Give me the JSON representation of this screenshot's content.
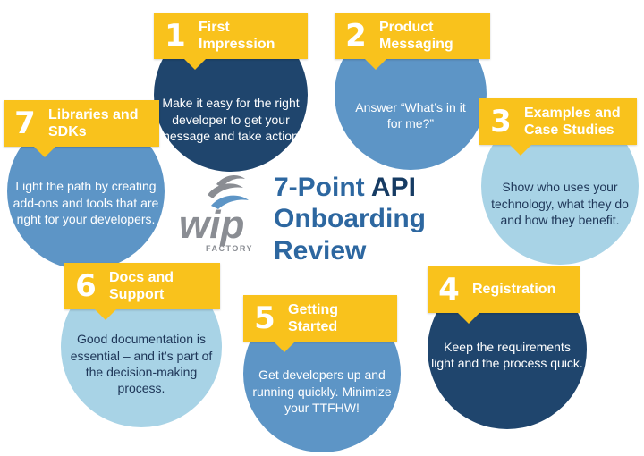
{
  "title": {
    "line1_a": "7-Point",
    "line1_b": "API",
    "line2": "Onboarding",
    "line3": "Review"
  },
  "logo": {
    "wordmark": "wip",
    "subtext": "FACTORY",
    "icon": "flame-swoosh-icon"
  },
  "colors": {
    "banner": "#f9c21c",
    "dark_blue": "#1f456d",
    "mid_blue": "#5d95c6",
    "light_blue": "#a8d3e6",
    "title_blue": "#2d67a0",
    "logo_gray": "#8a8d93"
  },
  "points": [
    {
      "num": "1",
      "title_l1": "First",
      "title_l2": "Impression",
      "desc_l1": "Make it easy for the right",
      "desc_l2": "developer to get your",
      "desc_l3": "message and take action."
    },
    {
      "num": "2",
      "title_l1": "Product",
      "title_l2": "Messaging",
      "desc_l1": "Answer “What’s in it",
      "desc_l2": "for me?”",
      "desc_l3": ""
    },
    {
      "num": "3",
      "title_l1": "Examples and",
      "title_l2": "Case Studies",
      "desc_l1": "Show who uses your",
      "desc_l2": "technology, what they do",
      "desc_l3": "and how they benefit."
    },
    {
      "num": "4",
      "title_l1": "Registration",
      "title_l2": "",
      "desc_l1": "Keep the requirements",
      "desc_l2": "light and the process quick.",
      "desc_l3": ""
    },
    {
      "num": "5",
      "title_l1": "Getting",
      "title_l2": "Started",
      "desc_l1": "Get developers up and",
      "desc_l2": "running quickly. Minimize",
      "desc_l3": "your TTFHW!"
    },
    {
      "num": "6",
      "title_l1": "Docs and",
      "title_l2": "Support",
      "desc_l1": "Good documentation is",
      "desc_l2": "essential – and it’s part of",
      "desc_l3": "the decision-making",
      "desc_l4": "process."
    },
    {
      "num": "7",
      "title_l1": "Libraries and",
      "title_l2": "SDKs",
      "desc_l1": "Light the path by creating",
      "desc_l2": "add-ons and tools that are",
      "desc_l3": "right for your developers."
    }
  ]
}
